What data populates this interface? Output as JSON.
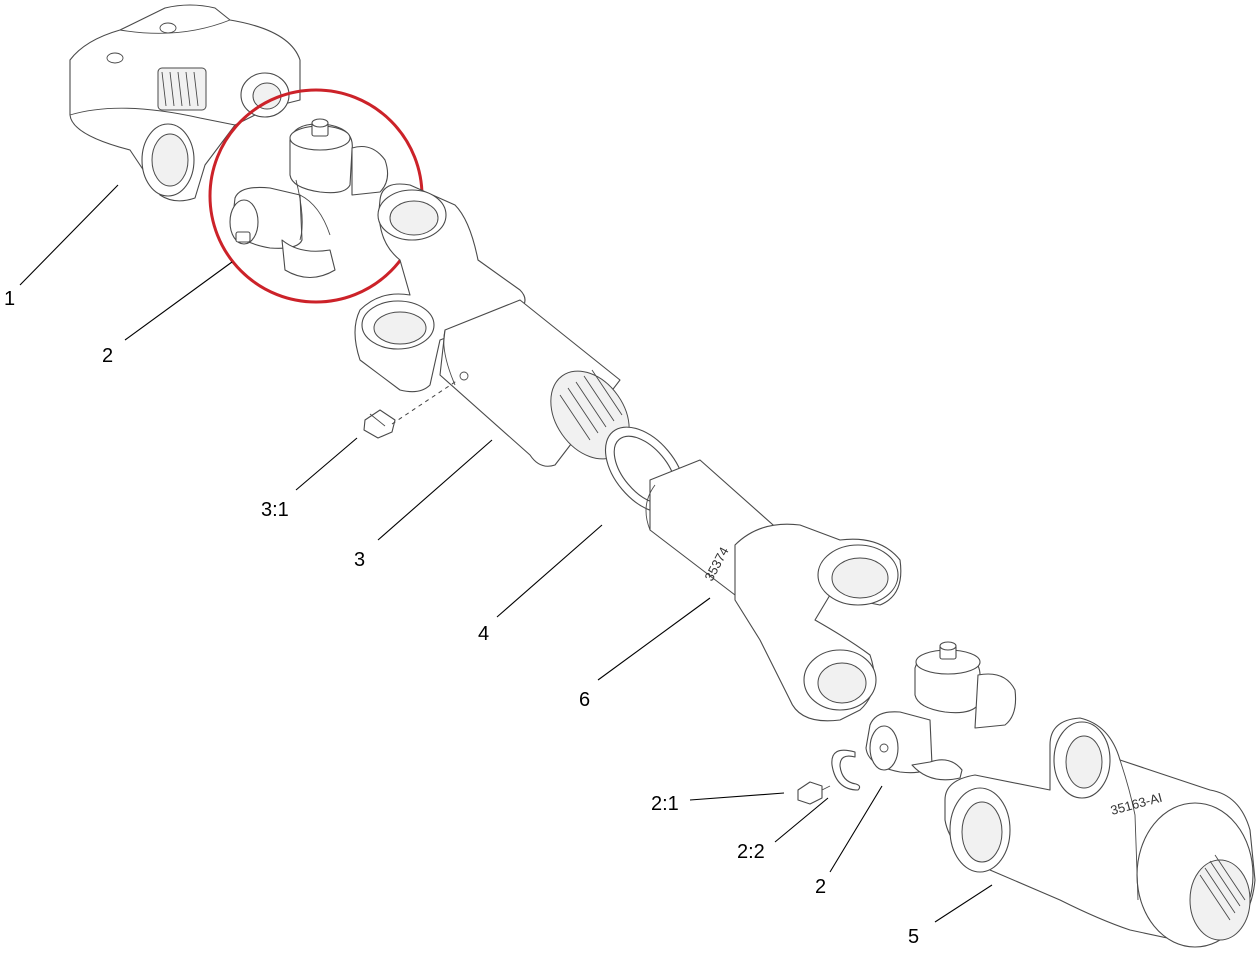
{
  "callouts": {
    "c1": "1",
    "c2_top": "2",
    "c3_1": "3:1",
    "c3": "3",
    "c4": "4",
    "c6": "6",
    "c2_1": "2:1",
    "c2_2": "2:2",
    "c2_bottom": "2",
    "c5": "5"
  },
  "stamps": {
    "shaft_stamp": "35374",
    "yoke_stamp": "35163-AI"
  },
  "colors": {
    "highlight": "#cc2229",
    "linework": "#4a4a4a"
  }
}
